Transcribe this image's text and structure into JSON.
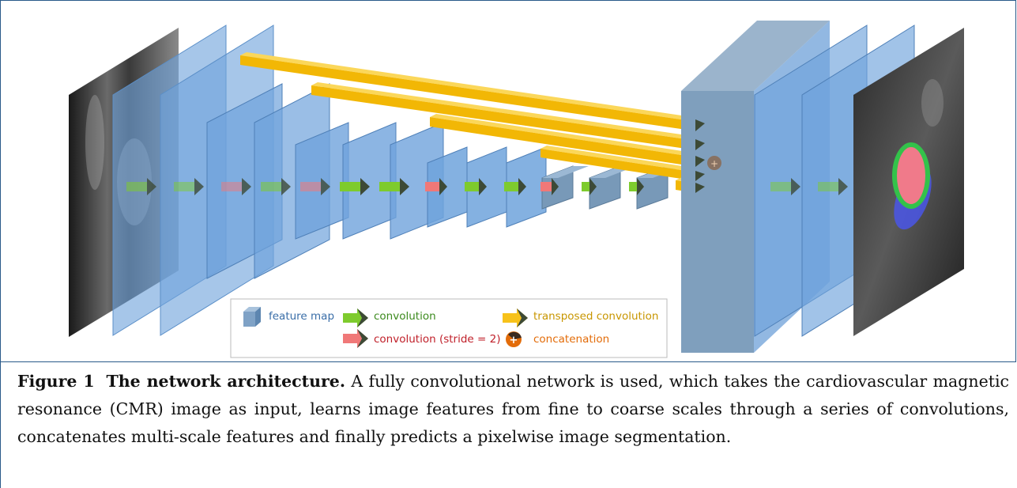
{
  "legend": {
    "feature_map": "feature map",
    "convolution": "convolution",
    "transposed_convolution": "transposed convolution",
    "convolution_stride": "convolution (stride = 2)",
    "concatenation": "concatenation"
  },
  "colors": {
    "feature_map_text": "#3a6ea8",
    "convolution_text": "#3c8a1e",
    "transposed_text": "#c89600",
    "stride_text": "#c0202a",
    "concat_text": "#e36c09",
    "green_arrow": "#7ecb2d",
    "red_arrow": "#f07878",
    "yellow_bar": "#f7c21a",
    "block_blue": "#6fa3dc"
  },
  "caption": {
    "label": "Figure 1",
    "title": "The network architecture.",
    "text": "A fully convolutional network is used, which takes the cardiovascular magnetic resonance (CMR) image as input, learns image features from fine to coarse scales through a series of convolutions, concatenates multi-scale features and finally predicts a pixelwise image segmentation."
  }
}
